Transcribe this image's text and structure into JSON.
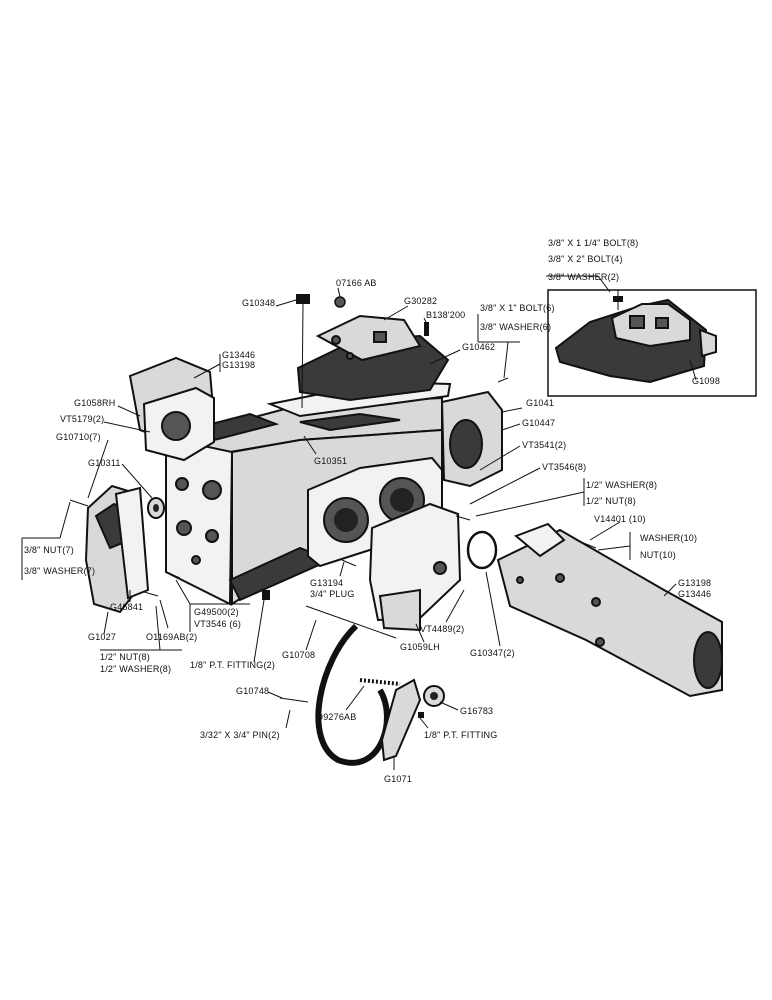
{
  "labels": {
    "bolt_3_8_x_1_1_4": "3/8\" X 1 1/4\" BOLT(8)",
    "bolt_3_8_x_2": "3/8\" X 2\" BOLT(4)",
    "washer_3_8_2": "3/8\" WASHER(2)",
    "g1098": "G1098",
    "g10348": "G10348",
    "n07166ab": "07166 AB",
    "g30282": "G30282",
    "b138200": "B138'200",
    "bolt_3_8_x_1": "3/8\" X 1\" BOLT(6)",
    "washer_3_8_6": "3/8\" WASHER(6)",
    "g10462": "G10462",
    "g13446_top": "G13446",
    "g13198_top": "G13198",
    "g1058rh": "G1058RH",
    "vt5179": "VT5179(2)",
    "g10710": "G10710(7)",
    "g1041": "G1041",
    "g10447": "G10447",
    "g10311": "G10311",
    "g10351": "G10351",
    "vt3541": "VT3541(2)",
    "vt3546_8": "VT3546(8)",
    "washer_1_2_8": "1/2\" WASHER(8)",
    "nut_1_2_8": "1/2\" NUT(8)",
    "v14401": "V14401 (10)",
    "washer_10": "WASHER(10)",
    "nut_10": "NUT(10)",
    "nut_3_8_7": "3/8\" NUT(7)",
    "washer_3_8_7": "3/8\" WASHER(7)",
    "g46841": "G46841",
    "g13194": "G13194",
    "plug_3_4": "3/4\" PLUG",
    "g13198_r": "G13198",
    "g13446_r": "G13446",
    "g49500": "G49500(2)",
    "vt3546_6": "VT3546 (6)",
    "g1027": "G1027",
    "o1169ab": "O1169AB(2)",
    "g10708": "G10708",
    "g1059lh": "G1059LH",
    "vt4489": "VT4489(2)",
    "g10347": "G10347(2)",
    "nut_1_2_8b": "1/2\" NUT(8)",
    "washer_1_2_8b": "1/2\" WASHER(8)",
    "pt_fitting_2": "1/8\" P.T. FITTING(2)",
    "g10748": "G10748",
    "o9276ab": "O9276AB",
    "g16783": "G16783",
    "pin": "3/32\" X 3/4\" PIN(2)",
    "pt_fitting": "1/8\" P.T. FITTING",
    "g1071": "G1071"
  }
}
